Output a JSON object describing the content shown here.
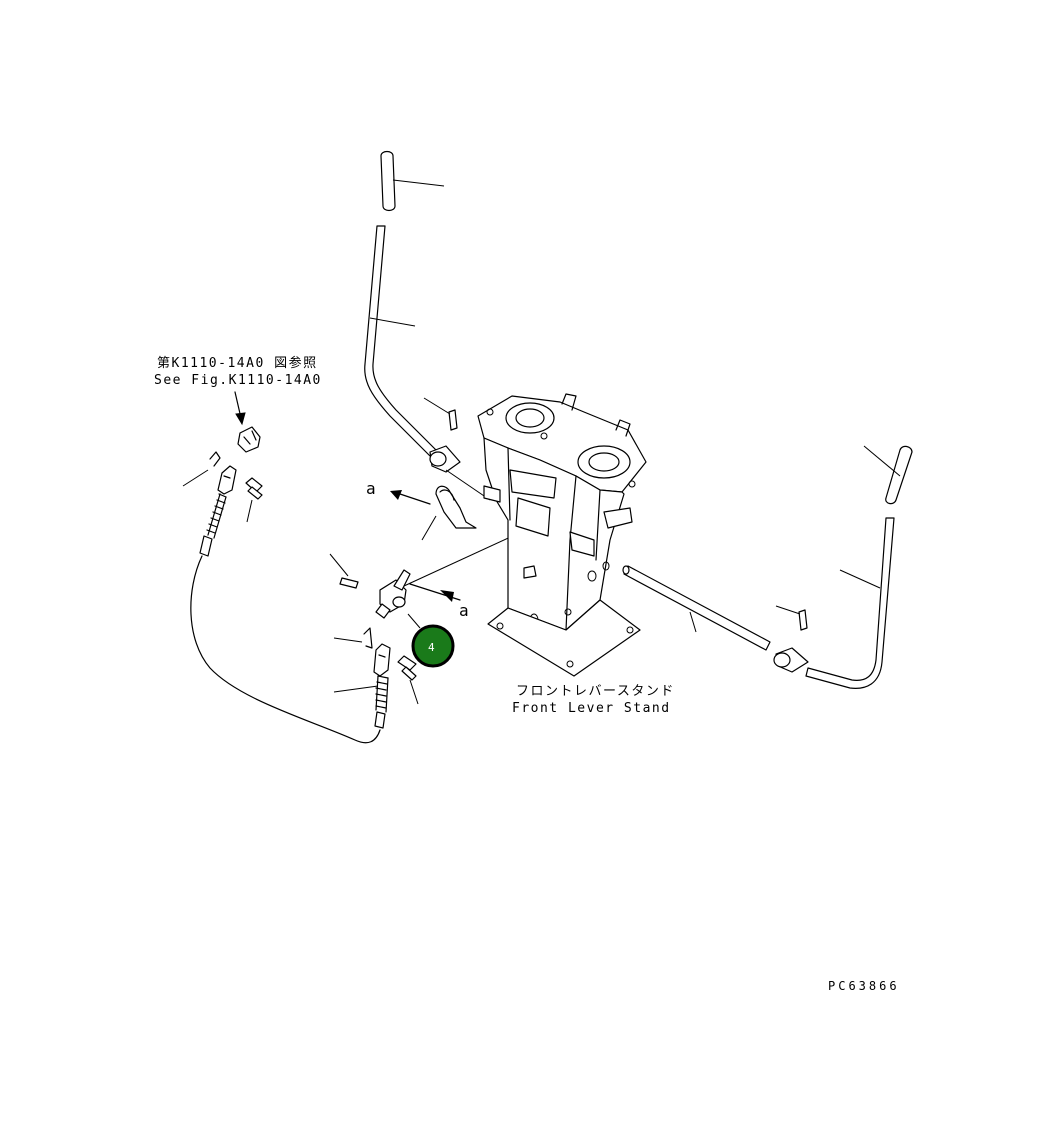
{
  "reference_note": {
    "line1": "第K1110-14A0 図参照",
    "line2": "See Fig.K1110-14A0"
  },
  "stand_label": {
    "jp": "フロントレバースタンド",
    "en": "Front Lever Stand"
  },
  "view_marker": "a",
  "callout": {
    "number": "4",
    "color": "#1a7a1a"
  },
  "drawing_number": "PC63866"
}
